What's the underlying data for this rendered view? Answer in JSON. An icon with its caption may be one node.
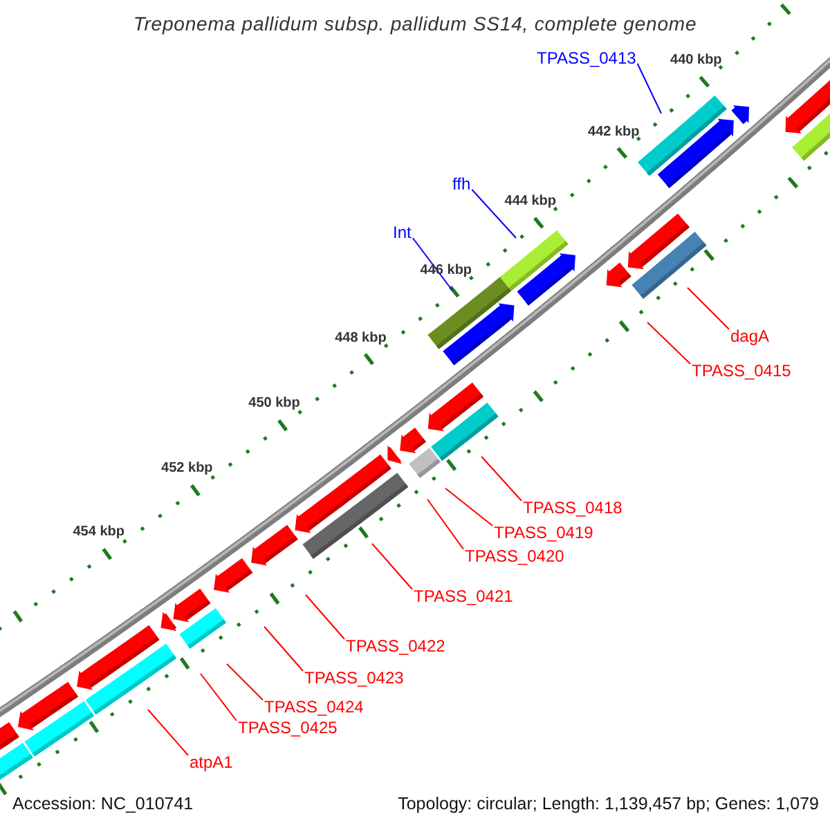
{
  "diagram": {
    "title": "Treponema pallidum subsp. pallidum SS14, complete genome",
    "nodes": [
      {
        "text": [
          "TPASS_0413"
        ]
      },
      {
        "text": [
          "ffh"
        ]
      },
      {
        "text": [
          "Int"
        ]
      },
      {
        "text": [
          "dagA"
        ]
      },
      {
        "text": [
          "TPASS_0415"
        ]
      },
      {
        "text": [
          "TPASS_0418"
        ]
      },
      {
        "text": [
          "TPASS_0419"
        ]
      },
      {
        "text": [
          "TPASS_0420"
        ]
      },
      {
        "text": [
          "TPASS_0421"
        ]
      },
      {
        "text": [
          "TPASS_0422"
        ]
      },
      {
        "text": [
          "TPASS_0423"
        ]
      },
      {
        "text": [
          "TPASS_0424"
        ]
      },
      {
        "text": [
          "TPASS_0425"
        ]
      },
      {
        "text": [
          "atpA1"
        ]
      }
    ],
    "edges": [
      {
        "from": 0,
        "to": null,
        "arrow": "none",
        "color": "#0000ff"
      },
      {
        "from": 1,
        "to": null,
        "arrow": "none",
        "color": "#0000ff"
      },
      {
        "from": 2,
        "to": null,
        "arrow": "none",
        "color": "#0000ff"
      },
      {
        "from": 3,
        "to": null,
        "arrow": "none"
      },
      {
        "from": 4,
        "to": null,
        "arrow": "none"
      },
      {
        "from": 5,
        "to": null,
        "arrow": "none"
      },
      {
        "from": 6,
        "to": null,
        "arrow": "none"
      },
      {
        "from": 7,
        "to": null,
        "arrow": "none"
      },
      {
        "from": 8,
        "to": null,
        "arrow": "none"
      },
      {
        "from": 9,
        "to": null,
        "arrow": "none"
      },
      {
        "from": 10,
        "to": null,
        "arrow": "none"
      },
      {
        "from": 11,
        "to": null,
        "arrow": "none"
      },
      {
        "from": 12,
        "to": null,
        "arrow": "none"
      },
      {
        "from": 13,
        "to": null,
        "arrow": "none"
      }
    ],
    "labels": [
      "440 kbp",
      "442 kbp",
      "444 kbp",
      "446 kbp",
      "448 kbp",
      "450 kbp",
      "452 kbp",
      "454 kbp",
      "Accession: NC_010741",
      "Topology: circular; Length: 1,139,457 bp; Genes: 1,079"
    ]
  }
}
